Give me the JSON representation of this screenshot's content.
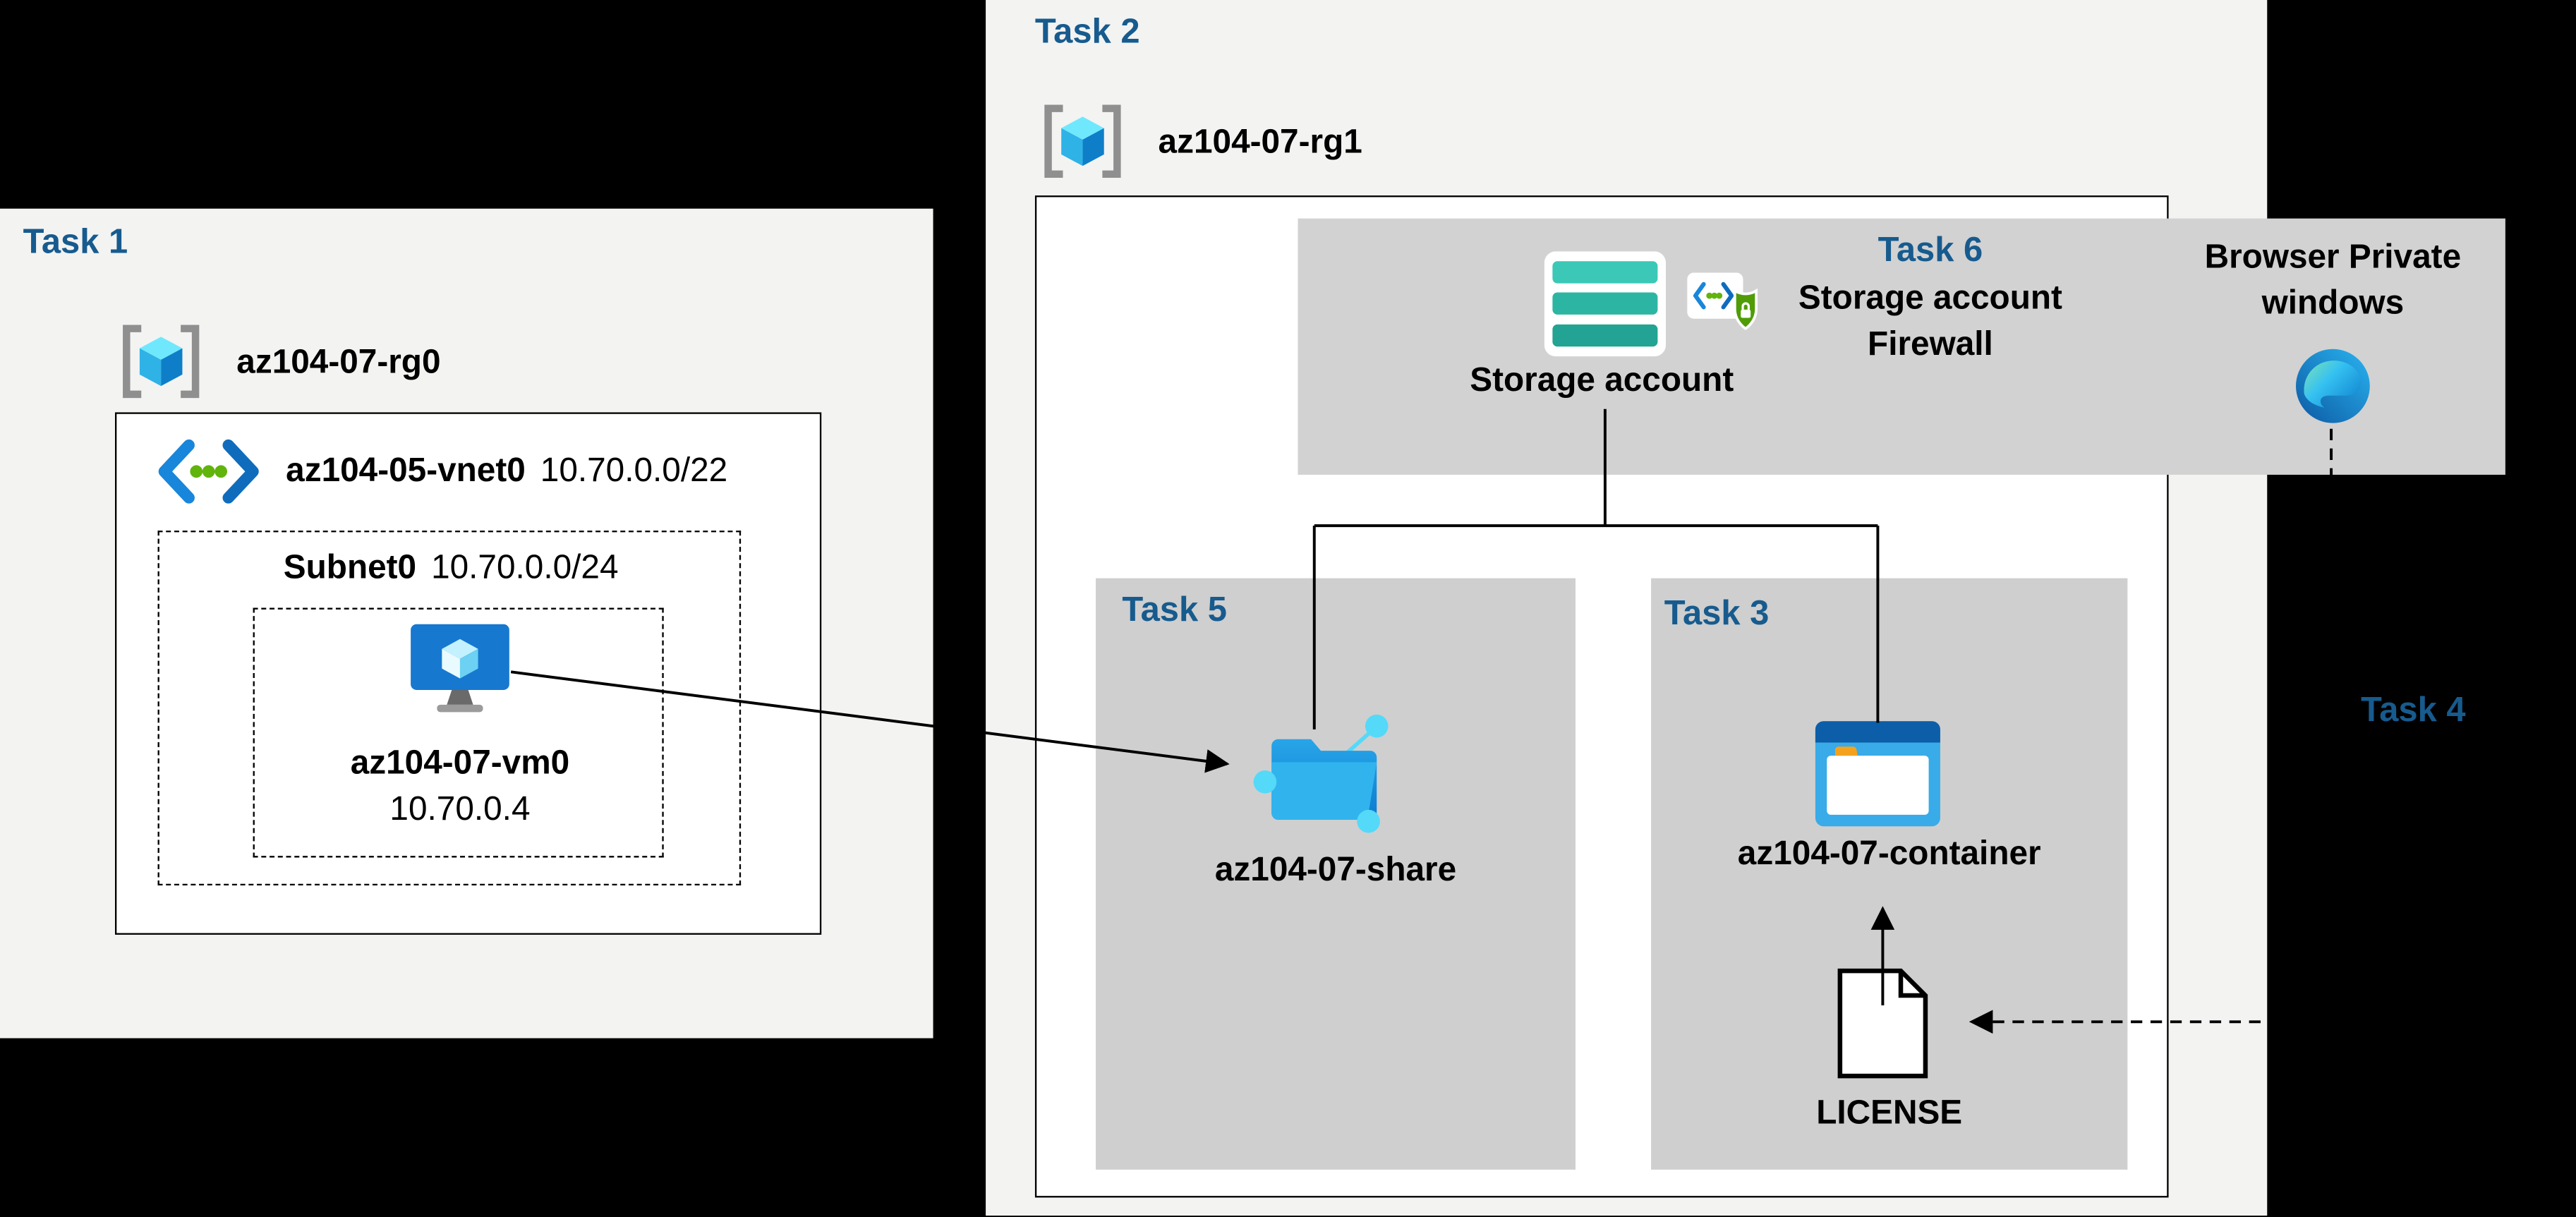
{
  "colors": {
    "background": "#000000",
    "task_label": "#175B8E",
    "region_bg": "#F3F3F2",
    "panel_bg": "#FFFFFF",
    "band_bg": "#D2D2D2",
    "taskbox_bg": "#CFCFCF",
    "line": "#000000",
    "storage_teal": "#2DB5A4",
    "azure_blue": "#1778D0"
  },
  "task1": {
    "label": "Task 1",
    "resource_group": "az104-07-rg0",
    "vnet_name": "az104-05-vnet0",
    "vnet_cidr": "10.70.0.0/22",
    "subnet_name": "Subnet0",
    "subnet_cidr": "10.70.0.0/24",
    "vm_name": "az104-07-vm0",
    "vm_ip": "10.70.0.4"
  },
  "task2": {
    "label": "Task 2",
    "resource_group": "az104-07-rg1",
    "storage_label": "Storage account",
    "task6": {
      "label": "Task 6",
      "line1": "Storage account",
      "line2": "Firewall"
    },
    "browser": {
      "line1": "Browser Private",
      "line2": "windows"
    },
    "task5": {
      "label": "Task 5",
      "share_name": "az104-07-share"
    },
    "task3": {
      "label": "Task 3",
      "container_name": "az104-07-container",
      "doc_name": "LICENSE"
    },
    "task4_label": "Task 4"
  },
  "icons": {
    "resource_group": "brackets-with-azure-cube",
    "virtual_network": "chevrons-with-green-dots",
    "virtual_machine": "blue-monitor-with-cube",
    "storage_account": "teal-stacked-bars",
    "storage_firewall": "brackets-dots-with-green-shield-lock",
    "edge_browser": "edge-swirl-circle",
    "file_share": "blue-folder-with-network-dots",
    "blob_container": "blue-window-with-orange-folder",
    "license_file": "document-page-folded-corner"
  }
}
